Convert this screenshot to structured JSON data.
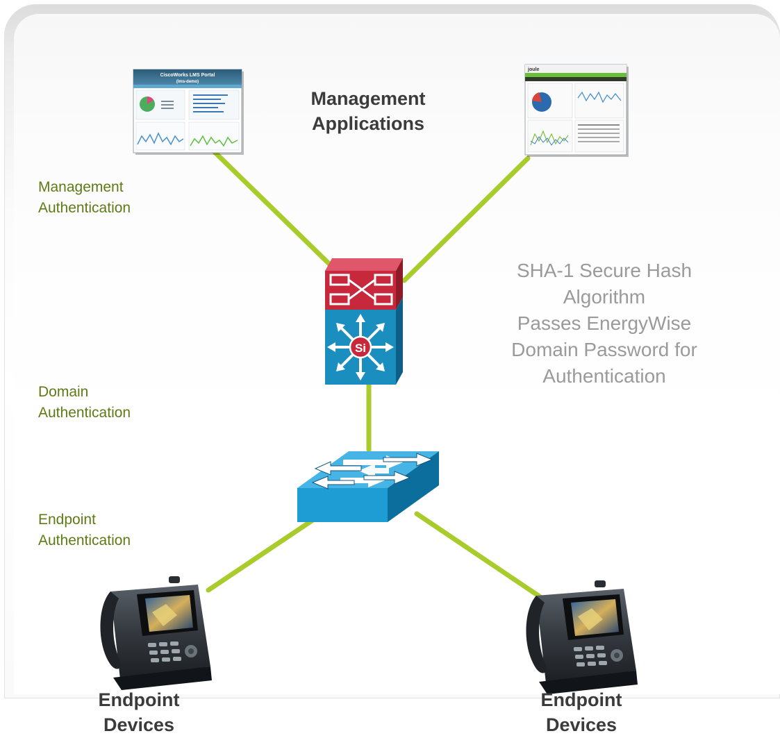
{
  "title": {
    "line1": "Management",
    "line2": "Applications"
  },
  "left_labels": {
    "management_auth": [
      "Management",
      "Authentication"
    ],
    "domain_auth": [
      "Domain",
      "Authentication"
    ],
    "endpoint_auth": [
      "Endpoint",
      "Authentication"
    ]
  },
  "sha_note": [
    "SHA-1 Secure Hash",
    "Algorithm",
    "Passes EnergyWise",
    "Domain Password for",
    "Authentication"
  ],
  "endpoint_left": [
    "Endpoint",
    "Devices"
  ],
  "endpoint_right": [
    "Endpoint",
    "Devices"
  ],
  "screenshot_left": {
    "title": "CiscoWorks LMS Portal",
    "subtitle": "(lms-demo)"
  },
  "screenshot_right": {
    "brand": "joule"
  },
  "router_badge": "Si",
  "colors": {
    "link": "#a9cc2c",
    "green_text": "#5d7a14",
    "router_red": "#c8283c",
    "router_blue": "#1a8fbf",
    "switch_blue": "#1e9cd4"
  }
}
